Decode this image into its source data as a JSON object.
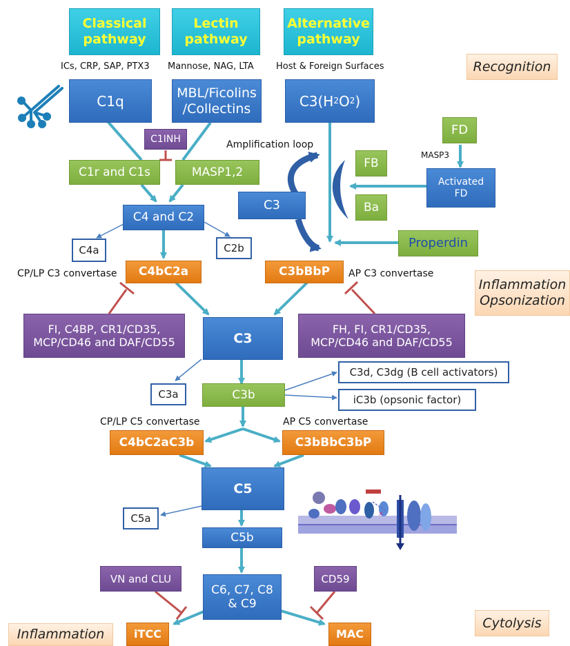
{
  "headers": {
    "classical": "Classical pathway",
    "lectin": "Lectin pathway",
    "alternative": "Alternative pathway"
  },
  "triggers": {
    "classical": "ICs, CRP, SAP, PTX3",
    "lectin": "Mannose, NAG, LTA",
    "alternative": "Host & Foreign Surfaces"
  },
  "phases": {
    "recognition": "Recognition",
    "inflammation_opsonization_1": "Inflammation",
    "inflammation_opsonization_2": "Opsonization",
    "cytolysis": "Cytolysis",
    "inflammation": "Inflammation"
  },
  "nodes": {
    "c1q": "C1q",
    "mbl": "MBL/Ficolins /Collectins",
    "c3h2o": "C3(H",
    "c3h2o_sub1": "2",
    "c3h2o_mid": "O",
    "c3h2o_sub2": "2",
    "c3h2o_end": ")",
    "c1inh": "C1INH",
    "c1r_c1s": "C1r and C1s",
    "masp12": "MASP1,2",
    "fd": "FD",
    "masp3": "MASP3",
    "activated_fd": "Activated FD",
    "amplification_loop": "Amplification loop",
    "fb": "FB",
    "ba": "Ba",
    "c3_loop": "C3",
    "properdin": "Properdin",
    "c4_c2": "C4 and C2",
    "c4a": "C4a",
    "c2b": "C2b",
    "cp_lp_c3_convertase_label": "CP/LP C3 convertase",
    "c4bc2a": "C4bC2a",
    "c3bbbp": "C3bBbP",
    "ap_c3_convertase_label": "AP C3 convertase",
    "regulators_left": "FI, C4BP, CR1/CD35, MCP/CD46 and DAF/CD55",
    "regulators_right": "FH, FI, CR1/CD35, MCP/CD46 and DAF/CD55",
    "c3": "C3",
    "c3a": "C3a",
    "c3b": "C3b",
    "c3d": "C3d, C3dg (B cell activators)",
    "ic3b": "iC3b (opsonic factor)",
    "cp_lp_c5_convertase_label": "CP/LP C5 convertase",
    "ap_c5_convertase_label": "AP C5 convertase",
    "c4bc2ac3b": "C4bC2aC3b",
    "c3bbbc3bp": "C3bBbC3bP",
    "c5": "C5",
    "c5a": "C5a",
    "c5b": "C5b",
    "vn_clu": "VN and CLU",
    "cd59": "CD59",
    "c6_c9": "C6, C7, C8 & C9",
    "itcc": "iTCC",
    "mac": "MAC"
  },
  "colors": {
    "arrow": "#4aaec6",
    "inhibitor": "#c0504d",
    "blue": "#2f6cbc",
    "green": "#7eae3e",
    "purple": "#6f4b93",
    "orange": "#e27a12",
    "teal": "#1db5cf"
  }
}
